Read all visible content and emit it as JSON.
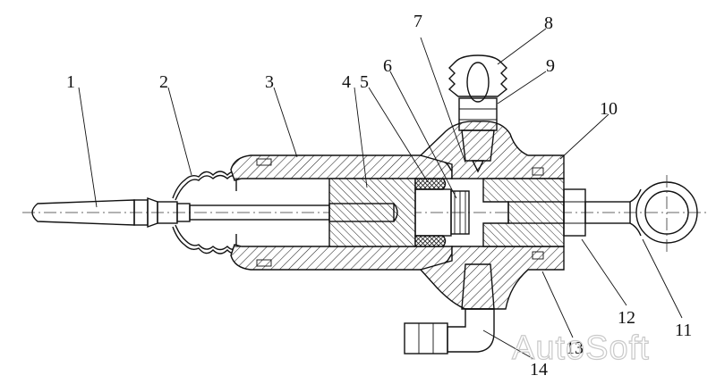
{
  "labels": {
    "l1": "1",
    "l2": "2",
    "l3": "3",
    "l4": "4",
    "l5": "5",
    "l6": "6",
    "l7": "7",
    "l8": "8",
    "l9": "9",
    "l10": "10",
    "l11": "11",
    "l12": "12",
    "l13": "13",
    "l14": "14"
  },
  "watermark": "AutoSoft"
}
